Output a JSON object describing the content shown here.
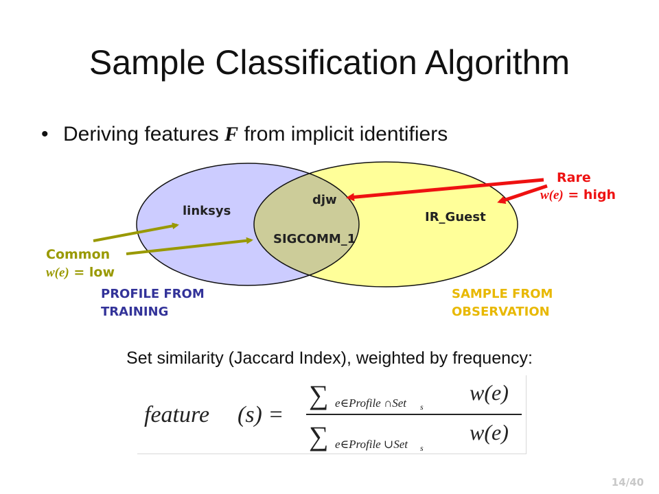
{
  "slide": {
    "title": "Sample Classification Algorithm",
    "page_number": "14/40"
  },
  "bullet": {
    "text_before": "Deriving features ",
    "variable": "F",
    "text_after": " from implicit identifiers"
  },
  "venn": {
    "profile_set": {
      "label_line1": "PROFILE FROM",
      "label_line2": "TRAINING",
      "color": "#ccccff",
      "label_color": "#333399"
    },
    "sample_set": {
      "label_line1": "SAMPLE FROM",
      "label_line2": "OBSERVATION",
      "color": "#ffff99",
      "label_color": "#e8b800"
    },
    "intersection_color": "#cccc99",
    "elements": {
      "profile_only": "linksys",
      "intersection_top": "djw",
      "intersection_bottom": "SIGCOMM_1",
      "sample_only": "IR_Guest"
    },
    "common_annotation": {
      "label": "Common",
      "weight_symbol": "w(e)",
      "weight_text": " = low",
      "color": "#999900"
    },
    "rare_annotation": {
      "label": "Rare",
      "weight_symbol": "w(e)",
      "weight_text": " = high",
      "color": "#ee1111"
    }
  },
  "similarity": {
    "text": "Set similarity (Jaccard Index), weighted by frequency:"
  },
  "formula": {
    "lhs_name": "feature",
    "lhs_arg": "(s) =",
    "sum_symbol": "∑",
    "numerator_sub": "e∈Profile ∩Set",
    "numerator_sub_s": "s",
    "denominator_sub": "e∈Profile ∪Set",
    "denominator_sub_s": "s",
    "term": "w(e)"
  }
}
